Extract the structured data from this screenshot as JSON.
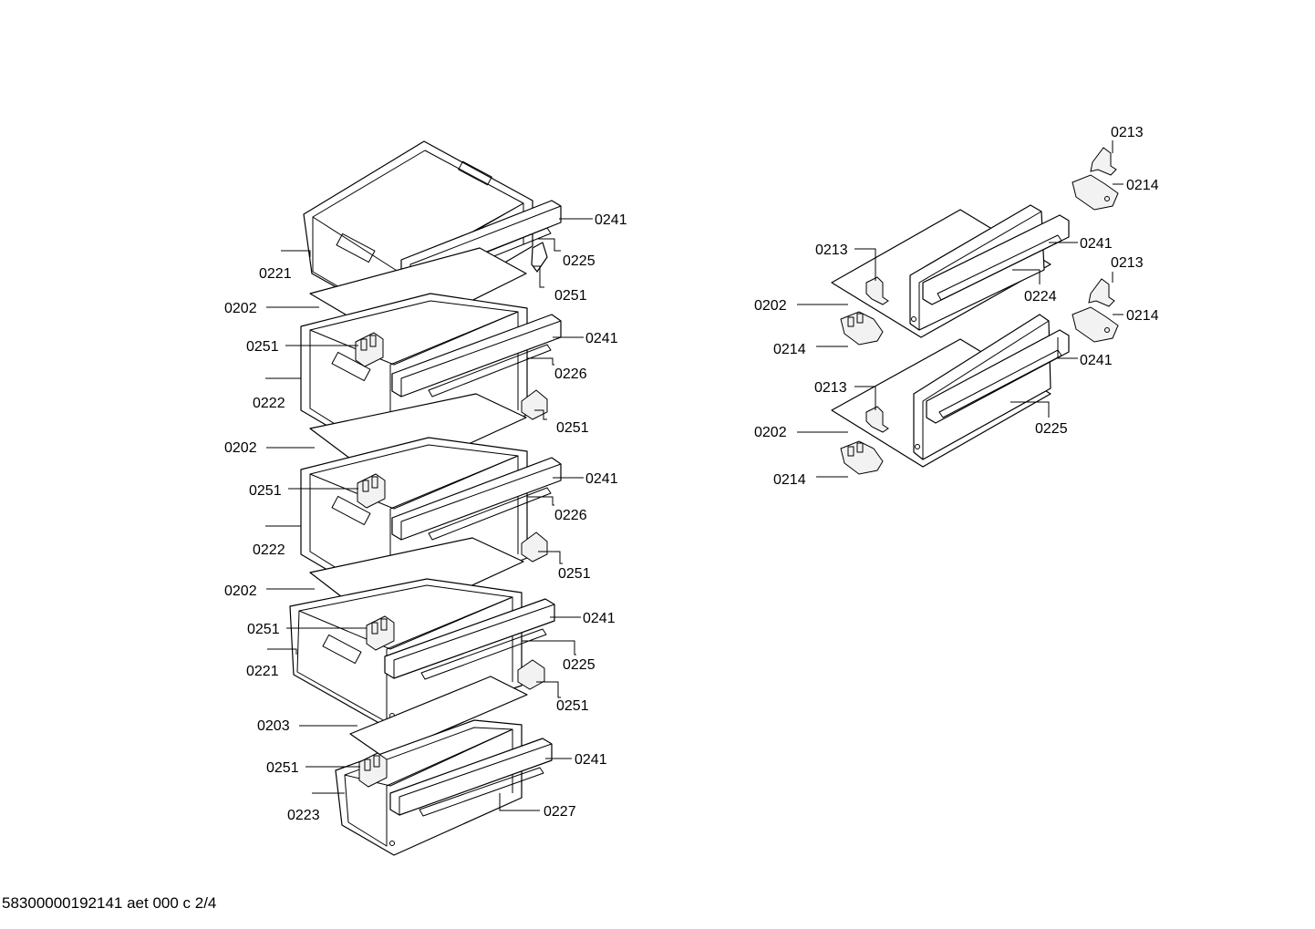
{
  "document_id": "58300000192141 aet 000 c 2/4",
  "labels": {
    "l0241a": "0241",
    "l0225a": "0225",
    "l0221a": "0221",
    "l0251a": "0251",
    "l0202a": "0202",
    "l0251b": "0251",
    "l0241b": "0241",
    "l0226a": "0226",
    "l0222a": "0222",
    "l0251c": "0251",
    "l0202b": "0202",
    "l0241c": "0241",
    "l0251d": "0251",
    "l0226b": "0226",
    "l0222b": "0222",
    "l0251e": "0251",
    "l0202c": "0202",
    "l0251f": "0251",
    "l0241d": "0241",
    "l0225b": "0225",
    "l0221b": "0221",
    "l0251g": "0251",
    "l0203": "0203",
    "l0251h": "0251",
    "l0241e": "0241",
    "l0223": "0223",
    "l0227": "0227",
    "r0213a": "0213",
    "r0214a": "0214",
    "r0213b": "0213",
    "r0241a": "0241",
    "r0202a": "0202",
    "r0224": "0224",
    "r0213c": "0213",
    "r0214b": "0214",
    "r0214c": "0214",
    "r0241b": "0241",
    "r0213d": "0213",
    "r0202b": "0202",
    "r0225": "0225",
    "r0214d": "0214"
  }
}
